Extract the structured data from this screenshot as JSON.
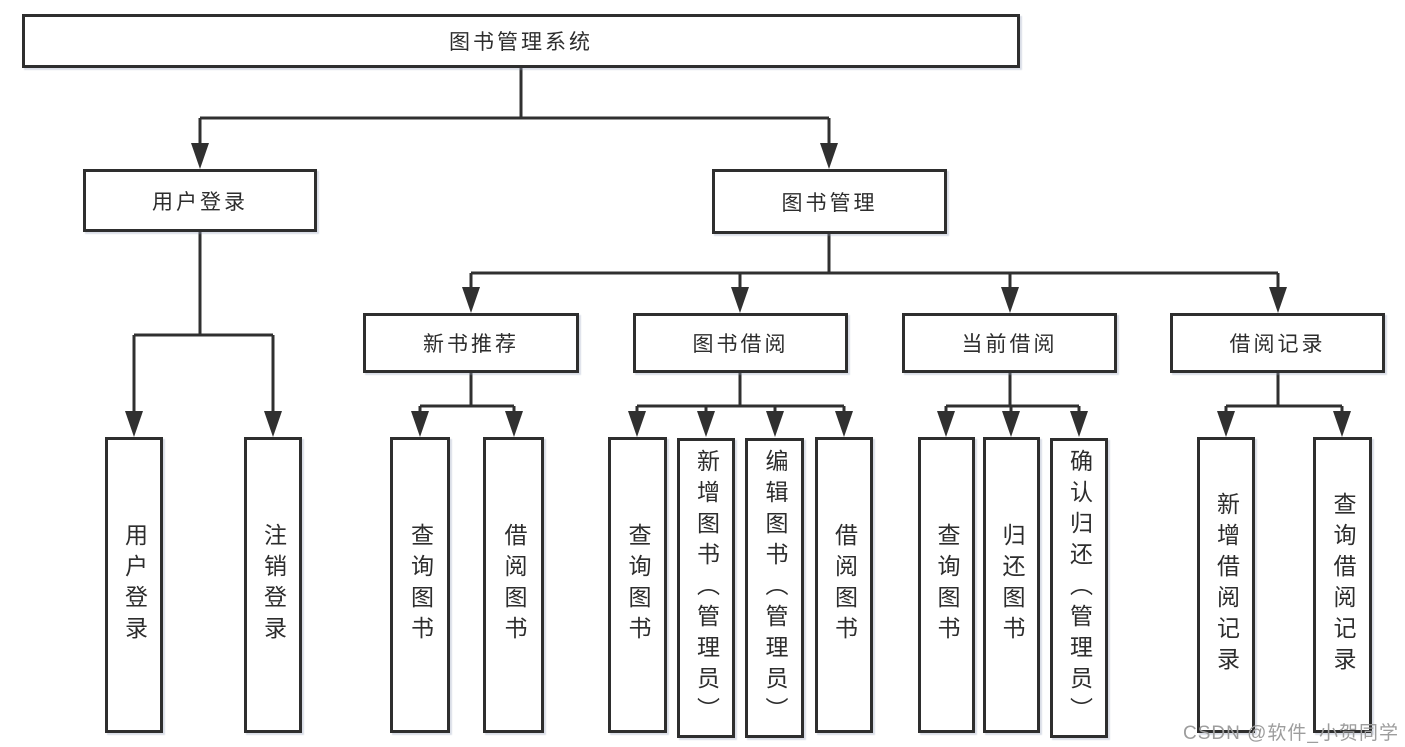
{
  "tree": {
    "label": "图书管理系统",
    "children": [
      {
        "label": "用户登录",
        "children": [
          {
            "label": "用户登录"
          },
          {
            "label": "注销登录"
          }
        ]
      },
      {
        "label": "图书管理",
        "children": [
          {
            "label": "新书推荐",
            "children": [
              {
                "label": "查询图书"
              },
              {
                "label": "借阅图书"
              }
            ]
          },
          {
            "label": "图书借阅",
            "children": [
              {
                "label": "查询图书"
              },
              {
                "label": "新增图书（管理员）"
              },
              {
                "label": "编辑图书（管理员）"
              },
              {
                "label": "借阅图书"
              }
            ]
          },
          {
            "label": "当前借阅",
            "children": [
              {
                "label": "查询图书"
              },
              {
                "label": "归还图书"
              },
              {
                "label": "确认归还（管理员）"
              }
            ]
          },
          {
            "label": "借阅记录",
            "children": [
              {
                "label": "新增借阅记录"
              },
              {
                "label": "查询借阅记录"
              }
            ]
          }
        ]
      }
    ]
  },
  "watermark": {
    "text": "CSDN @软件_小贺同学"
  },
  "colors": {
    "line": "#303030",
    "box_border": "#2e2e2e",
    "text": "#2d2d2d",
    "watermark": "#9d9d9d",
    "background": "#ffffff"
  }
}
